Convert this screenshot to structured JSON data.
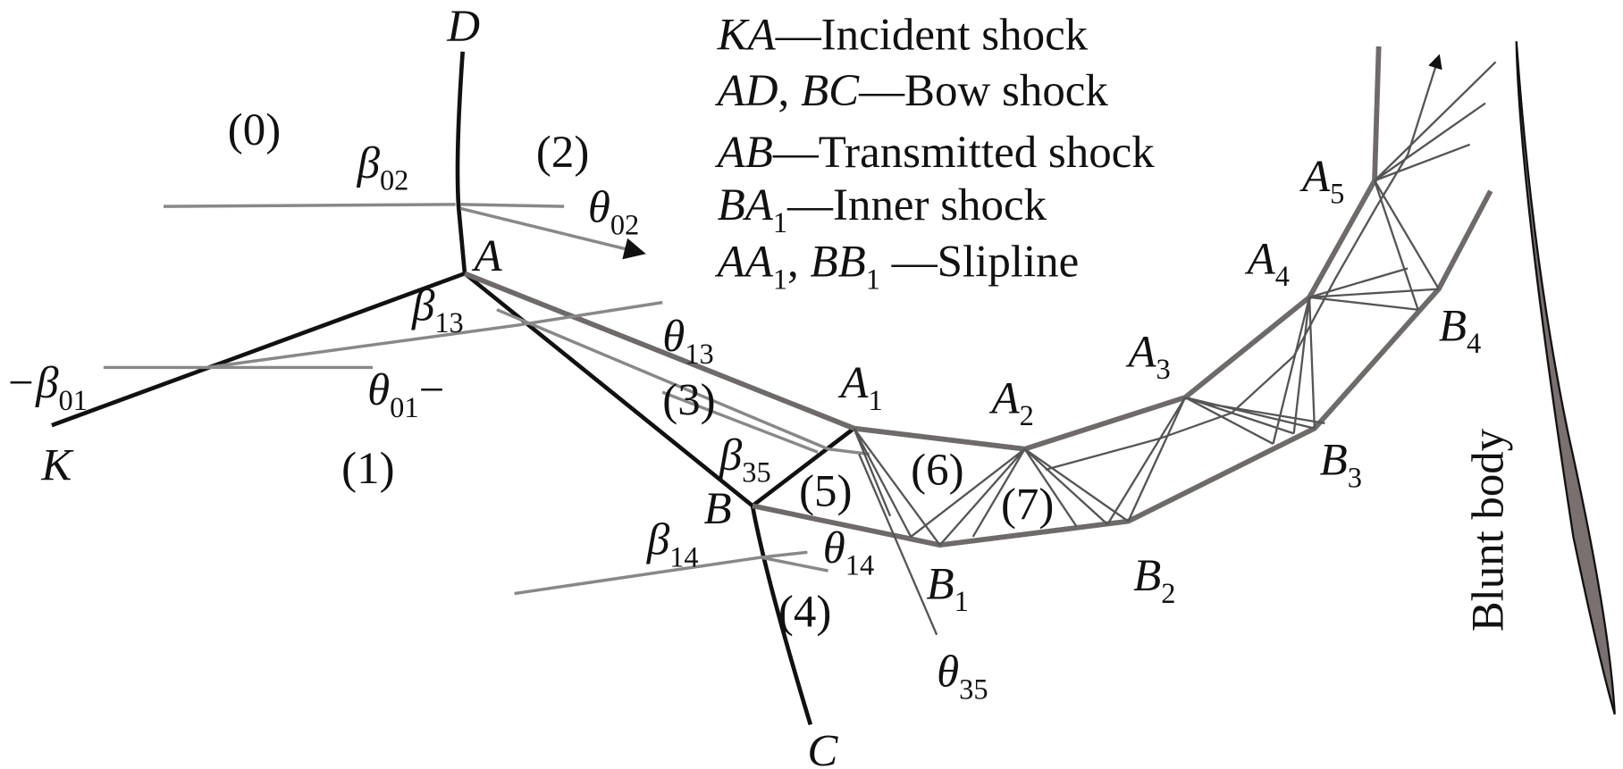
{
  "legend": [
    [
      {
        "t": "KA",
        "i": true
      },
      {
        "t": "—Incident shock"
      }
    ],
    [
      {
        "t": "AD",
        "i": true
      },
      {
        "t": ", "
      },
      {
        "t": "BC",
        "i": true
      },
      {
        "t": "—Bow shock"
      }
    ],
    [
      {
        "t": "AB",
        "i": true
      },
      {
        "t": "—Transmitted shock"
      }
    ],
    [
      {
        "t": "BA",
        "i": true
      },
      {
        "t": "1",
        "s": true
      },
      {
        "t": "—Inner shock"
      }
    ],
    [
      {
        "t": "AA",
        "i": true
      },
      {
        "t": "1",
        "s": true
      },
      {
        "t": ", "
      },
      {
        "t": "BB",
        "i": true
      },
      {
        "t": "1",
        "s": true
      },
      {
        "t": " —Slipline"
      }
    ]
  ],
  "labels": [
    {
      "id": "D",
      "main": "D",
      "italic": true
    },
    {
      "id": "r0",
      "main": "(0)"
    },
    {
      "id": "b02",
      "main": "β",
      "sub": "02",
      "italic": true
    },
    {
      "id": "r2",
      "main": "(2)"
    },
    {
      "id": "t02",
      "main": "θ",
      "sub": "02",
      "italic": true
    },
    {
      "id": "A",
      "main": "A",
      "italic": true
    },
    {
      "id": "b13",
      "main": "β",
      "sub": "13",
      "italic": true
    },
    {
      "id": "t13",
      "main": "θ",
      "sub": "13",
      "italic": true
    },
    {
      "id": "b01",
      "main": "−β",
      "sub": "01",
      "italic": true
    },
    {
      "id": "t01",
      "main": "θ",
      "sub": "01",
      "after": "−",
      "italic": true
    },
    {
      "id": "K",
      "main": "K",
      "italic": true
    },
    {
      "id": "r1",
      "main": "(1)"
    },
    {
      "id": "r3",
      "main": "(3)"
    },
    {
      "id": "A1",
      "main": "A",
      "sub": "1",
      "italic": true
    },
    {
      "id": "A2",
      "main": "A",
      "sub": "2",
      "italic": true
    },
    {
      "id": "A3",
      "main": "A",
      "sub": "3",
      "italic": true
    },
    {
      "id": "A4",
      "main": "A",
      "sub": "4",
      "italic": true
    },
    {
      "id": "A5",
      "main": "A",
      "sub": "5",
      "italic": true
    },
    {
      "id": "B4",
      "main": "B",
      "sub": "4",
      "italic": true
    },
    {
      "id": "B3",
      "main": "B",
      "sub": "3",
      "italic": true
    },
    {
      "id": "b35",
      "main": "β",
      "sub": "35",
      "italic": true
    },
    {
      "id": "r5",
      "main": "(5)"
    },
    {
      "id": "r6",
      "main": "(6)"
    },
    {
      "id": "r7",
      "main": "(7)"
    },
    {
      "id": "B",
      "main": "B",
      "italic": true
    },
    {
      "id": "b14",
      "main": "β",
      "sub": "14",
      "italic": true
    },
    {
      "id": "t14",
      "main": "θ",
      "sub": "14",
      "italic": true
    },
    {
      "id": "r4",
      "main": "(4)"
    },
    {
      "id": "B1",
      "main": "B",
      "sub": "1",
      "italic": true
    },
    {
      "id": "B2",
      "main": "B",
      "sub": "2",
      "italic": true
    },
    {
      "id": "t35",
      "main": "θ",
      "sub": "35",
      "italic": true
    },
    {
      "id": "C",
      "main": "C",
      "italic": true
    }
  ],
  "blunt_body_label": "Blunt body"
}
